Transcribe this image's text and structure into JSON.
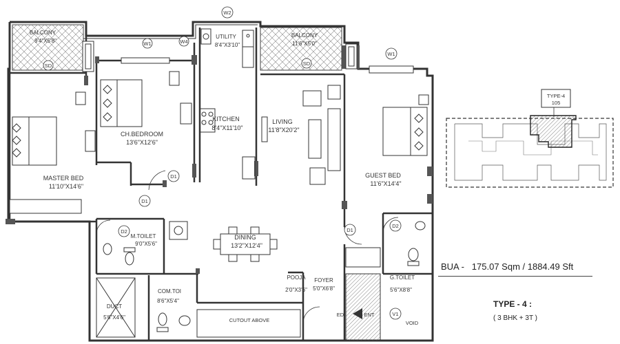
{
  "rooms": [
    {
      "id": "balcony-1",
      "name": "BALCONY",
      "dim": "9'4\"X5'8\""
    },
    {
      "id": "utility",
      "name": "UTILITY",
      "dim": "8'4\"X3'10\""
    },
    {
      "id": "balcony-2",
      "name": "BALCONY",
      "dim": "11'6\"X5'0\""
    },
    {
      "id": "master-bed",
      "name": "MASTER BED",
      "dim": "11'10\"X14'6\""
    },
    {
      "id": "ch-bedroom",
      "name": "CH.BEDROOM",
      "dim": "13'6\"X12'6\""
    },
    {
      "id": "kitchen",
      "name": "KITCHEN",
      "dim": "8'4\"X11'10\""
    },
    {
      "id": "living",
      "name": "LIVING",
      "dim": "11'8\"X20'2\""
    },
    {
      "id": "guest-bed",
      "name": "GUEST BED",
      "dim": "11'6\"X14'4\""
    },
    {
      "id": "m-toilet",
      "name": "M.TOILET",
      "dim": "9'0\"X5'6\""
    },
    {
      "id": "dining",
      "name": "DINING",
      "dim": "13'2\"X12'4\""
    },
    {
      "id": "pooja",
      "name": "POOJA",
      "dim": "2'0\"X3'6\""
    },
    {
      "id": "foyer",
      "name": "FOYER",
      "dim": "5'0\"X6'8\""
    },
    {
      "id": "g-toilet",
      "name": "G.TOILET",
      "dim": "5'6\"X8'8\""
    },
    {
      "id": "duct",
      "name": "DUCT",
      "dim": "5'6\"X4'6\""
    },
    {
      "id": "com-toi",
      "name": "COM.TOI",
      "dim": "8'6\"X5'4\""
    }
  ],
  "tags": {
    "w1": "W1",
    "w2": "W2",
    "w4": "W4",
    "sd": "SD",
    "d1": "D1",
    "d2": "D2",
    "v1": "V1",
    "ed": "ED",
    "ent": "ENT",
    "cutout": "CUTOUT ABOVE",
    "void": "VOID"
  },
  "keyplan": {
    "type_label": "TYPE-4",
    "unit_number": "105"
  },
  "summary": {
    "bua": "BUA -   175.07 Sqm / 1884.49 Sft",
    "type_title": "TYPE - 4 :",
    "type_sub": "( 3 BHK + 3T )"
  }
}
